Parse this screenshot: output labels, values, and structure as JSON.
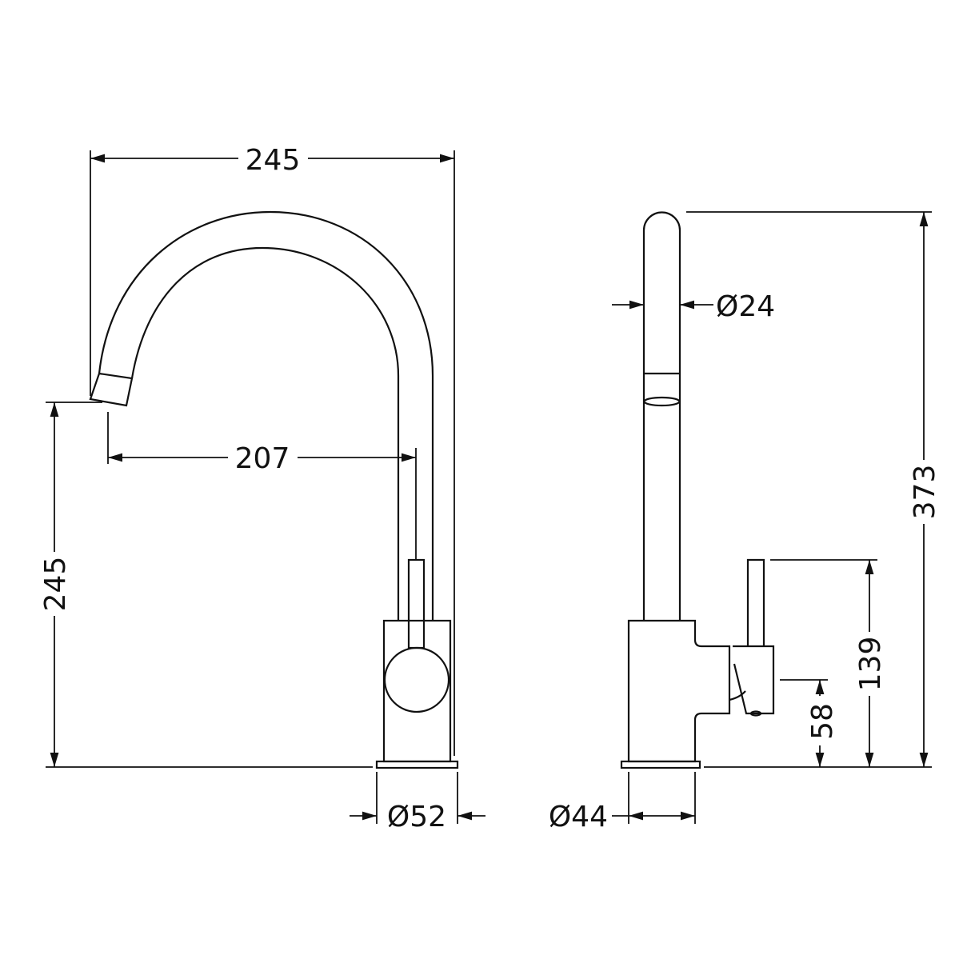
{
  "side_view": {
    "overall_width": "245",
    "spout_height": "245",
    "spout_reach": "207",
    "base_diameter": "Ø52"
  },
  "front_view": {
    "spout_diameter": "Ø24",
    "overall_height": "373",
    "lever_height": "139",
    "lever_pivot_height": "58",
    "base_diameter": "Ø44"
  },
  "colors": {
    "line": "#111111",
    "background": "#ffffff"
  }
}
